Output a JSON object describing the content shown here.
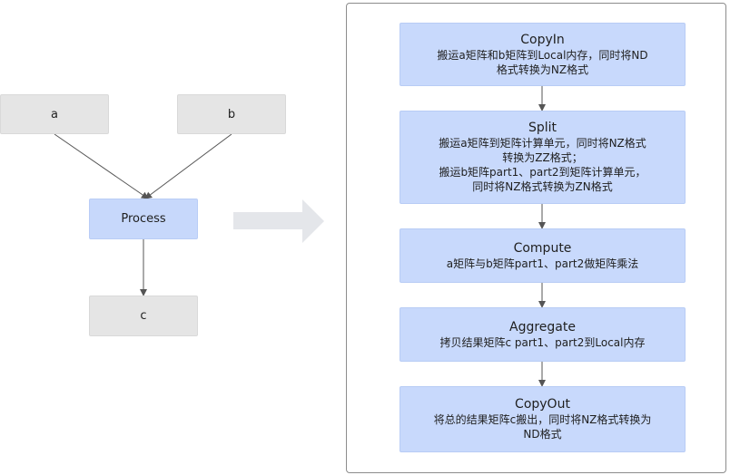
{
  "left_diagram": {
    "nodes": {
      "a": "a",
      "b": "b",
      "process": "Process",
      "c": "c"
    }
  },
  "flow": {
    "steps": [
      {
        "title": "CopyIn",
        "desc": "搬运a矩阵和b矩阵到Local内存，同时将ND\n格式转换为NZ格式"
      },
      {
        "title": "Split",
        "desc": "搬运a矩阵到矩阵计算单元，同时将NZ格式\n转换为ZZ格式；\n搬运b矩阵part1、part2到矩阵计算单元，\n同时将NZ格式转换为ZN格式"
      },
      {
        "title": "Compute",
        "desc": "a矩阵与b矩阵part1、part2做矩阵乘法"
      },
      {
        "title": "Aggregate",
        "desc": "拷贝结果矩阵c part1、part2到Local内存"
      },
      {
        "title": "CopyOut",
        "desc": "将总的结果矩阵c搬出，同时将NZ格式转换为\nND格式"
      }
    ]
  },
  "colors": {
    "gray_node": "#e5e5e5",
    "blue_node": "#c7d8fb",
    "big_arrow": "#e4e6ea",
    "line": "#555555"
  }
}
